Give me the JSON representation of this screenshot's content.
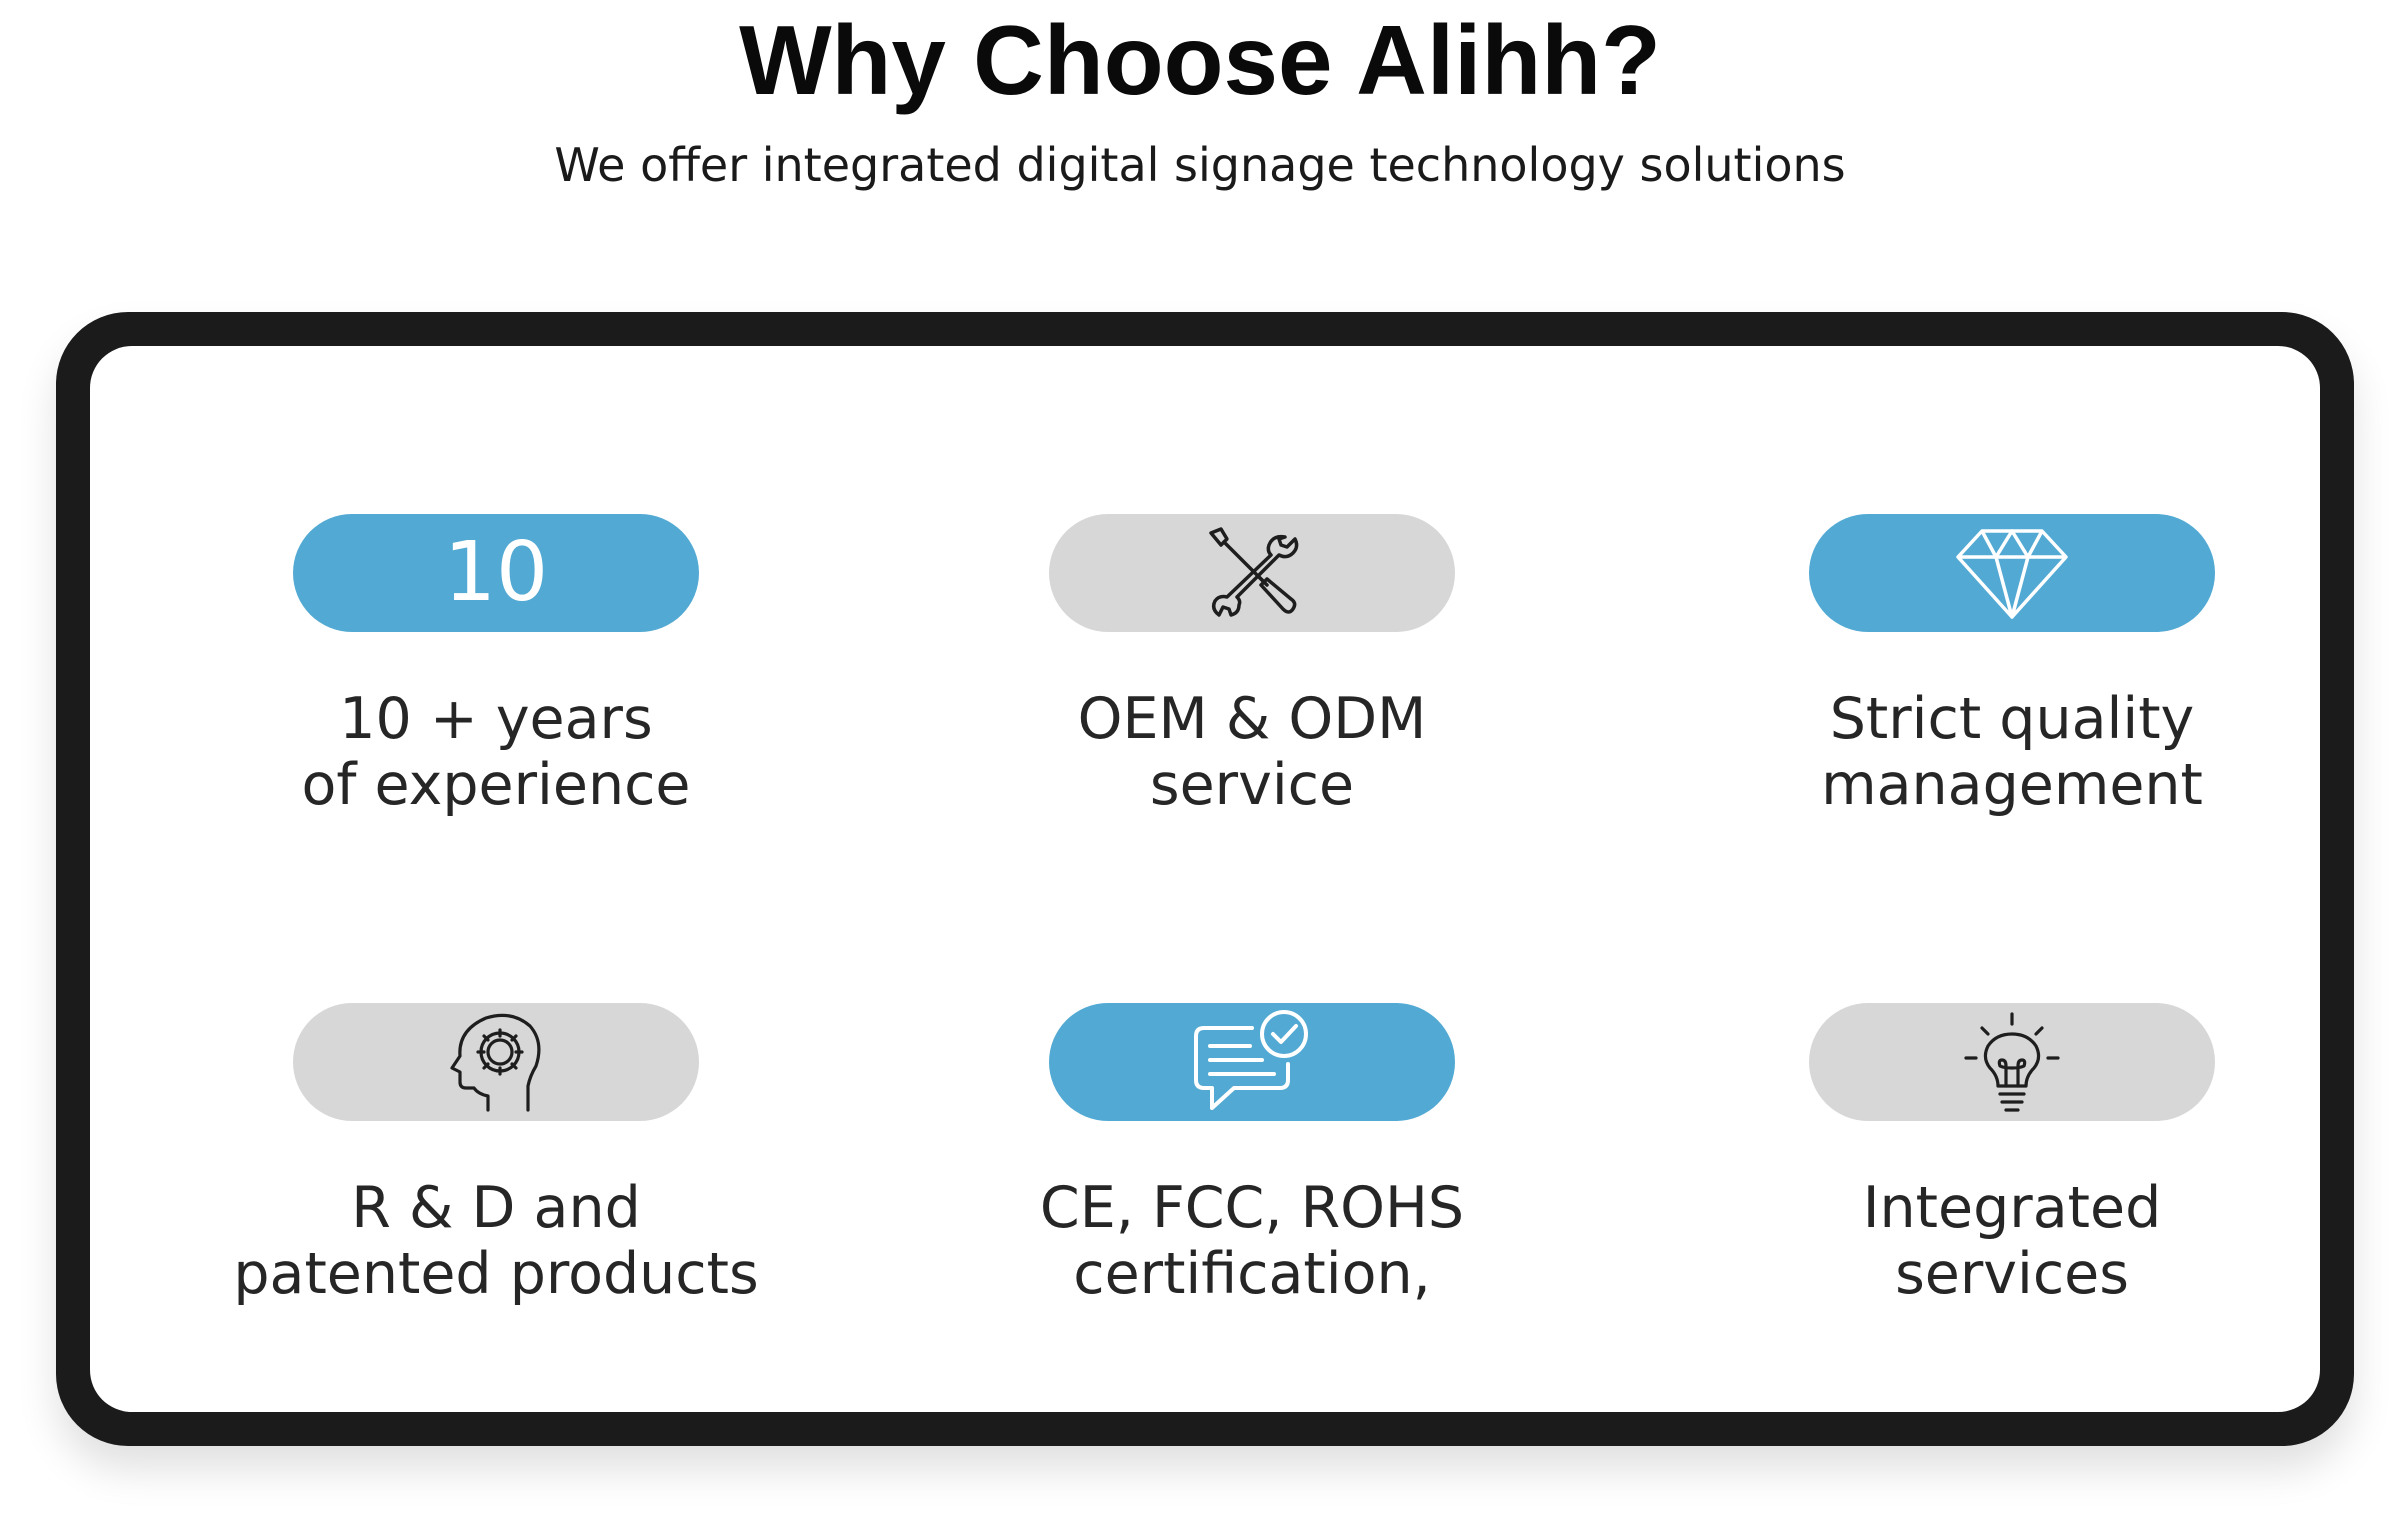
{
  "header": {
    "title": "Why Choose Alihh?",
    "subtitle": "We offer integrated digital signage technology solutions"
  },
  "features": [
    {
      "pill_text": "10",
      "pill_color": "blue",
      "icon": "number-badge",
      "label_line1": "10 + years",
      "label_line2": "of experience"
    },
    {
      "pill_text": "",
      "pill_color": "gray",
      "icon": "tools-icon",
      "label_line1": "OEM & ODM",
      "label_line2": "service"
    },
    {
      "pill_text": "",
      "pill_color": "blue",
      "icon": "diamond-icon",
      "label_line1": "Strict quality",
      "label_line2": "management"
    },
    {
      "pill_text": "",
      "pill_color": "gray",
      "icon": "head-gear-icon",
      "label_line1": "R & D and",
      "label_line2": "patented products"
    },
    {
      "pill_text": "",
      "pill_color": "blue",
      "icon": "certificate-chat-icon",
      "label_line1": "CE, FCC, ROHS",
      "label_line2": "certification,"
    },
    {
      "pill_text": "",
      "pill_color": "gray",
      "icon": "lightbulb-icon",
      "label_line1": "Integrated",
      "label_line2": "services"
    }
  ],
  "colors": {
    "accent_blue": "#52aad4",
    "pill_gray": "#d7d7d7",
    "frame": "#1b1b1b"
  }
}
